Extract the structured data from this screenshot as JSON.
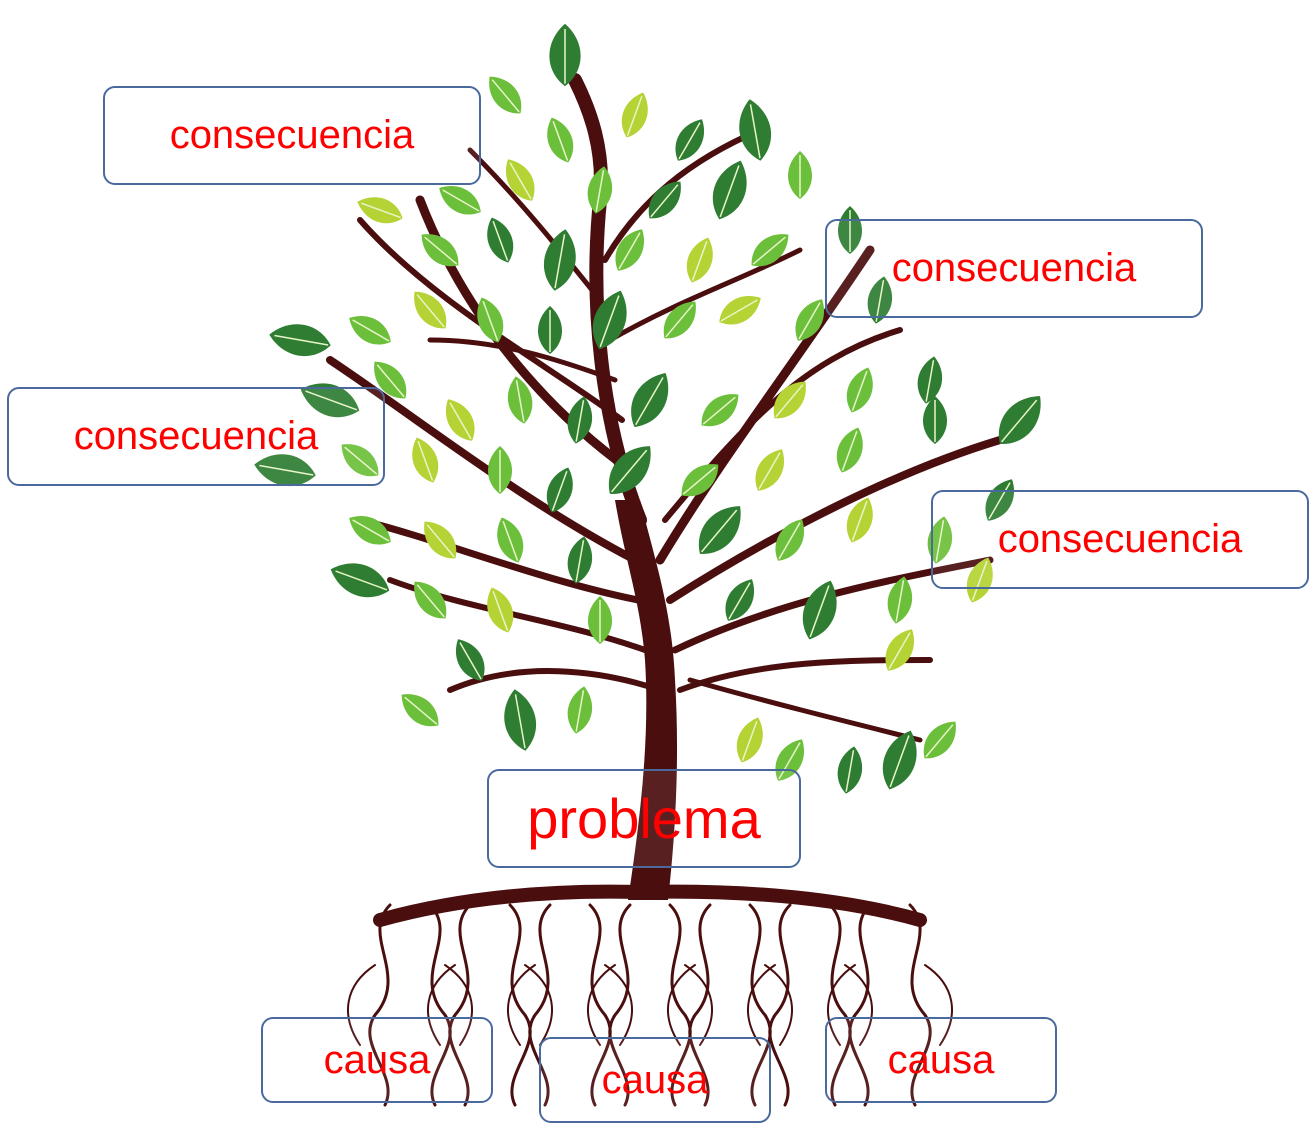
{
  "diagram": {
    "problem": "problema",
    "consequences": [
      "consecuencia",
      "consecuencia",
      "consecuencia",
      "consecuencia"
    ],
    "causes": [
      "causa",
      "causa",
      "causa"
    ],
    "colors": {
      "label_text": "#ff0000",
      "box_border": "#4a6a9e",
      "trunk": "#4a0e0e",
      "leaf_dark": "#2e7d32",
      "leaf_mid": "#6cbf3a",
      "leaf_light": "#b5d334"
    }
  }
}
